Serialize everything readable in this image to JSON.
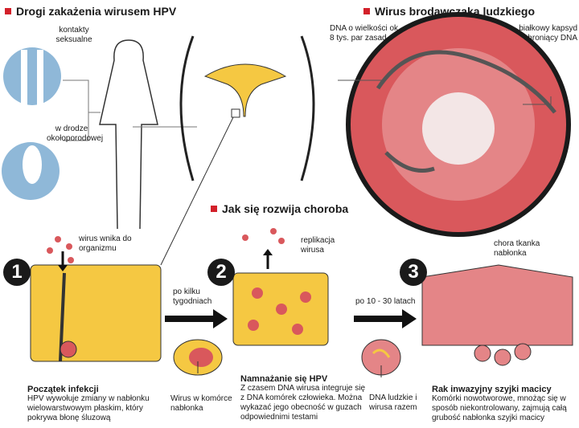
{
  "titles": {
    "routes": "Drogi zakażenia wirusem HPV",
    "virus": "Wirus brodawczaka ludzkiego",
    "progress": "Jak się rozwija choroba"
  },
  "routes": {
    "sexual": "kontakty seksualne",
    "perinatal": "w drodze okołoporodowej"
  },
  "virus_labels": {
    "dna": "DNA o wielkości ok. 8 tys. par zasad",
    "capsid": "białkowy kapsyd chroniący DNA"
  },
  "steps": [
    {
      "number": "1",
      "callout": "wirus wnika do organizmu",
      "title": "Początek infekcji",
      "text": "HPV wywołuje zmiany w nabłonku wielowarstwowym płaskim, który pokrywa błonę śluzową"
    },
    {
      "number": "2",
      "callout": "replikacja wirusa",
      "title": "Namnażanie się HPV",
      "text": "Z czasem DNA wirusa integruje się z DNA komórek człowieka. Można wykazać jego obecność w guzach odpowiednimi testami"
    },
    {
      "number": "3",
      "callout": "chora tkanka nabłonka",
      "title": "Rak inwazyjny szyjki macicy",
      "text": "Komórki nowotworowe, mnożąc się w sposób niekontrolowany, zajmują całą grubość nabłonka szyjki macicy"
    }
  ],
  "transitions": [
    "po kilku tygodniach",
    "po 10 - 30 latach"
  ],
  "cell_labels": [
    "Wirus w komórce nabłonka",
    "DNA ludzkie i wirusa razem"
  ],
  "colors": {
    "accent": "#d3202a",
    "tissue": "#f5c842",
    "virus": "#d9585c",
    "blue": "#8fb8d8"
  }
}
